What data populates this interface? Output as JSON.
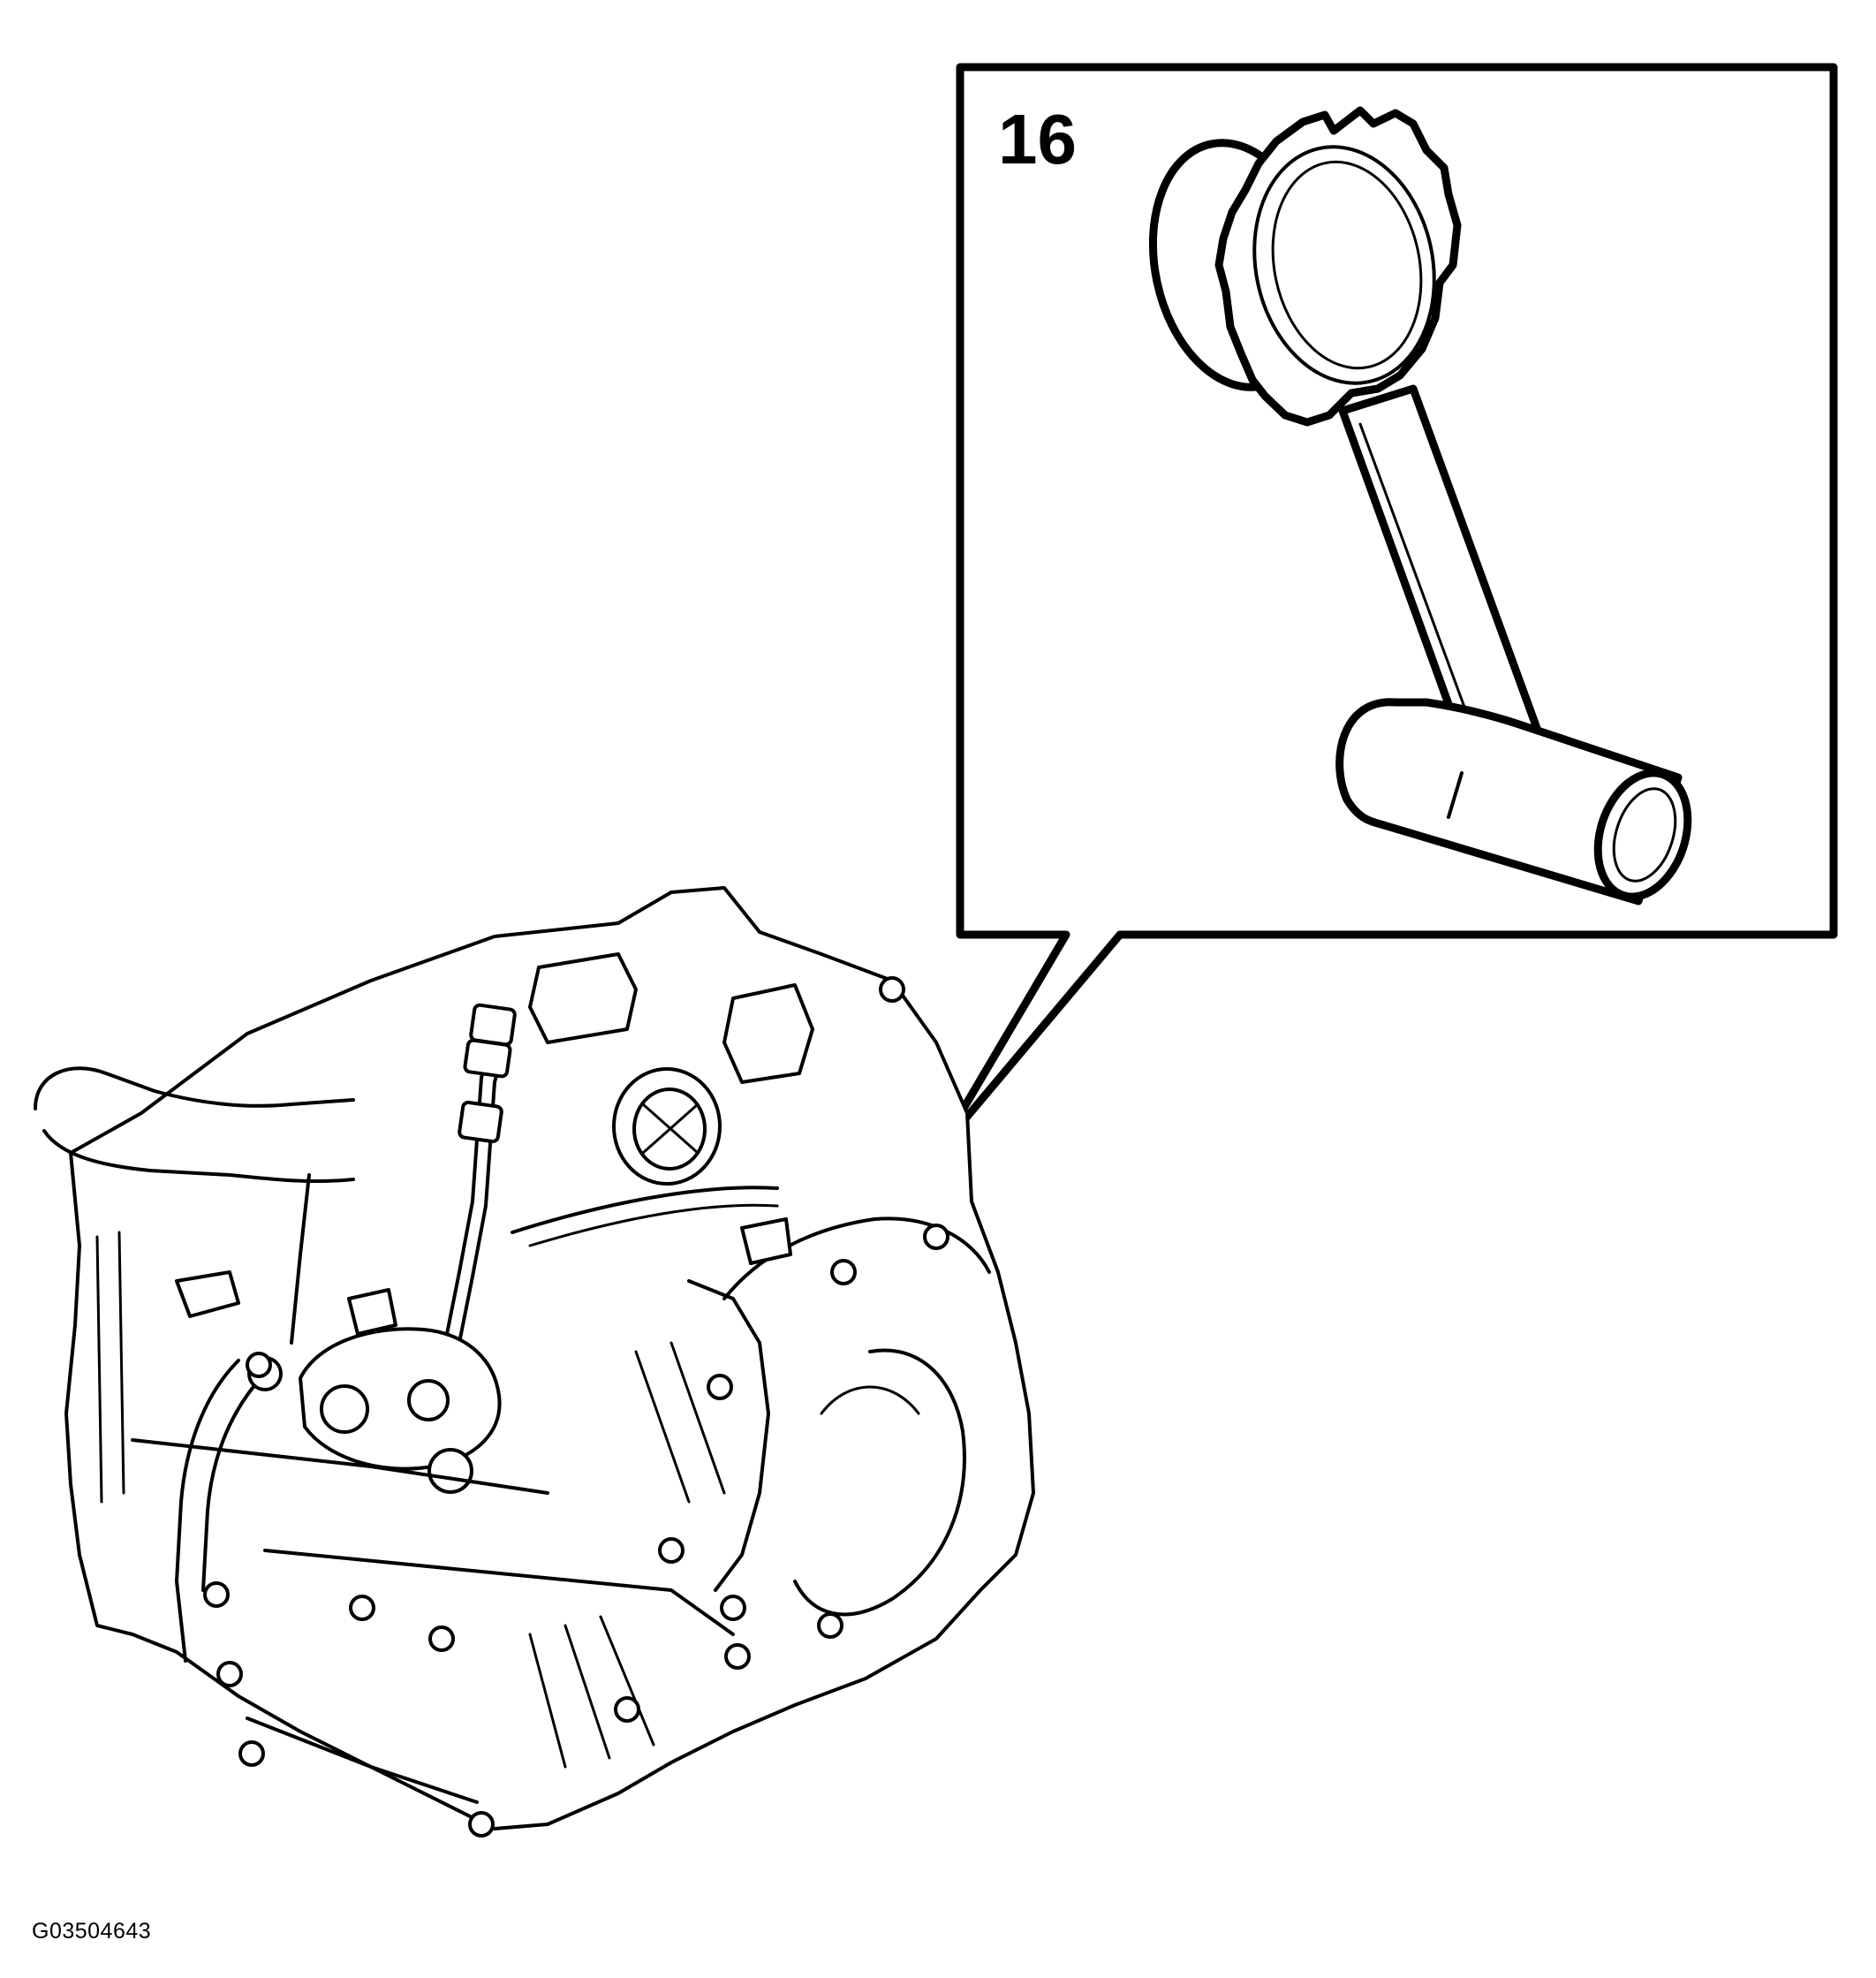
{
  "callout": {
    "number": "16"
  },
  "figure": {
    "id": "G03504643"
  },
  "colors": {
    "line": "#000000",
    "background": "#ffffff"
  },
  "icons": [
    "transaxle-assembly-drawing",
    "release-fork-tool-drawing"
  ]
}
